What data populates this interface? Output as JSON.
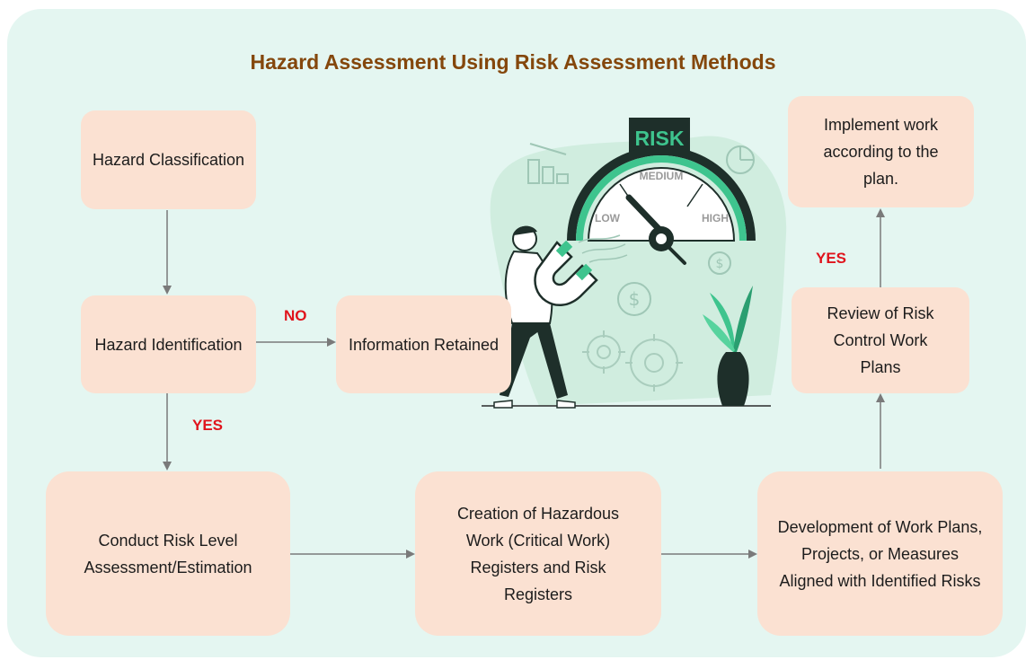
{
  "title": "Hazard Assessment Using Risk Assessment Methods",
  "nodes": {
    "hazard_classification": "Hazard Classification",
    "hazard_identification": "Hazard Identification",
    "information_retained": "Information Retained",
    "conduct_risk_level": "Conduct Risk Level Assessment/Estimation",
    "creation_registers": "Creation of Hazardous Work (Critical Work) Registers and Risk Registers",
    "development_plans": "Development of Work Plans, Projects, or Measures Aligned with Identified Risks",
    "review_risk_control": "Review of Risk Control Work Plans",
    "implement_work": "Implement work according to the plan."
  },
  "labels": {
    "no": "NO",
    "yes_left": "YES",
    "yes_right": "YES"
  },
  "illustration": {
    "gauge_title": "RISK",
    "low": "LOW",
    "medium": "MEDIUM",
    "high": "HIGH"
  },
  "colors": {
    "panel": "#e4f6f1",
    "box": "#fbe1d2",
    "title": "#84470c",
    "decision_label": "#e0141c",
    "arrow": "#7a7a7a",
    "gauge_dark": "#1e2f2a",
    "gauge_accent": "#3ec48e"
  },
  "icons": [
    "magnet-icon",
    "gear-icon",
    "dollar-icon",
    "pie-chart-icon",
    "bar-chart-icon",
    "plant-icon"
  ]
}
